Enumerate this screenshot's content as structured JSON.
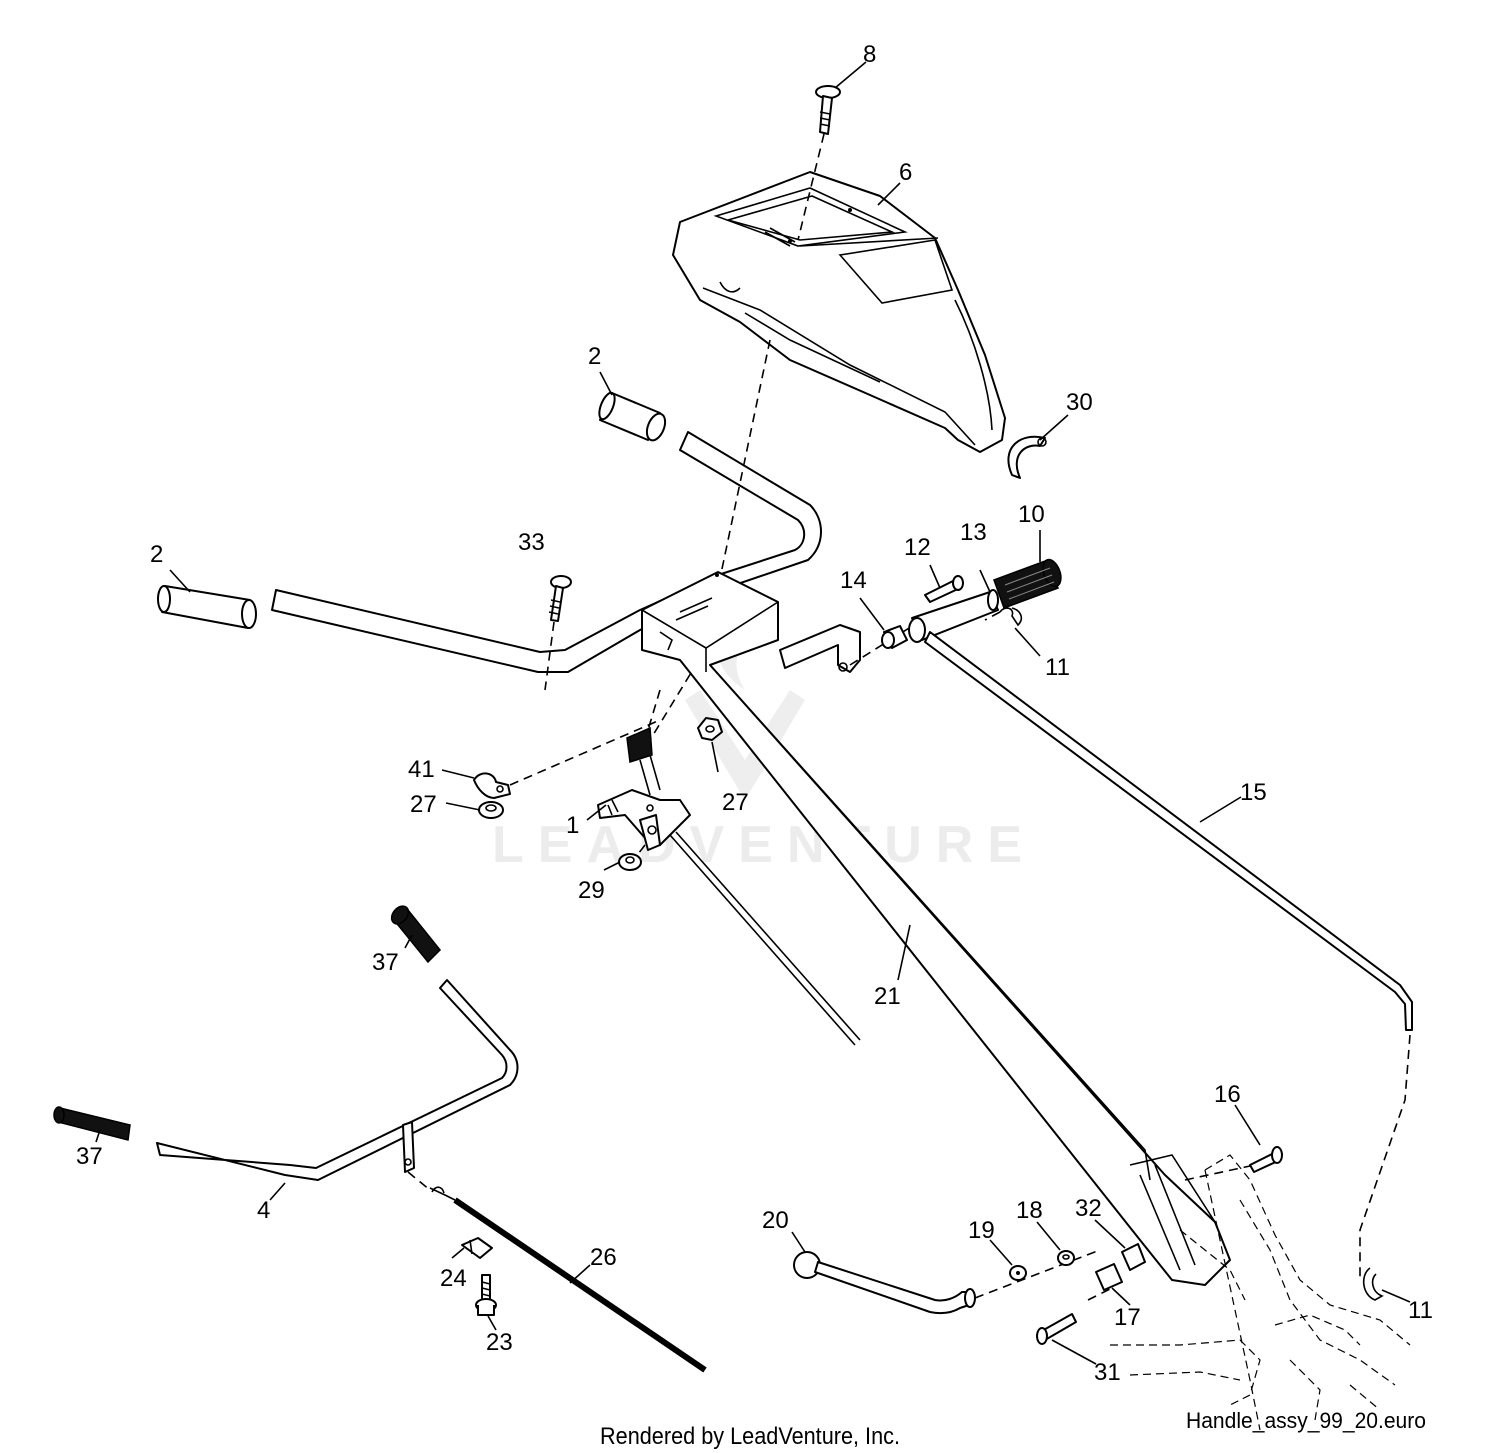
{
  "watermark": "LEADVENTURE",
  "footer": {
    "credit": "Rendered by LeadVenture, Inc.",
    "filename": "Handle_assy_99_20.euro"
  },
  "callouts": [
    {
      "id": "c8",
      "text": "8"
    },
    {
      "id": "c6",
      "text": "6"
    },
    {
      "id": "c2a",
      "text": "2"
    },
    {
      "id": "c30",
      "text": "30"
    },
    {
      "id": "c2b",
      "text": "2"
    },
    {
      "id": "c33",
      "text": "33"
    },
    {
      "id": "c10",
      "text": "10"
    },
    {
      "id": "c12",
      "text": "12"
    },
    {
      "id": "c13",
      "text": "13"
    },
    {
      "id": "c14",
      "text": "14"
    },
    {
      "id": "c11a",
      "text": "11"
    },
    {
      "id": "c41",
      "text": "41"
    },
    {
      "id": "c27a",
      "text": "27"
    },
    {
      "id": "c27b",
      "text": "27"
    },
    {
      "id": "c1",
      "text": "1"
    },
    {
      "id": "c15",
      "text": "15"
    },
    {
      "id": "c29",
      "text": "29"
    },
    {
      "id": "c37a",
      "text": "37"
    },
    {
      "id": "c21",
      "text": "21"
    },
    {
      "id": "c37b",
      "text": "37"
    },
    {
      "id": "c16",
      "text": "16"
    },
    {
      "id": "c4",
      "text": "4"
    },
    {
      "id": "c20",
      "text": "20"
    },
    {
      "id": "c19",
      "text": "19"
    },
    {
      "id": "c18",
      "text": "18"
    },
    {
      "id": "c32",
      "text": "32"
    },
    {
      "id": "c26",
      "text": "26"
    },
    {
      "id": "c24",
      "text": "24"
    },
    {
      "id": "c17",
      "text": "17"
    },
    {
      "id": "c11b",
      "text": "11"
    },
    {
      "id": "c23",
      "text": "23"
    },
    {
      "id": "c31",
      "text": "31"
    }
  ]
}
